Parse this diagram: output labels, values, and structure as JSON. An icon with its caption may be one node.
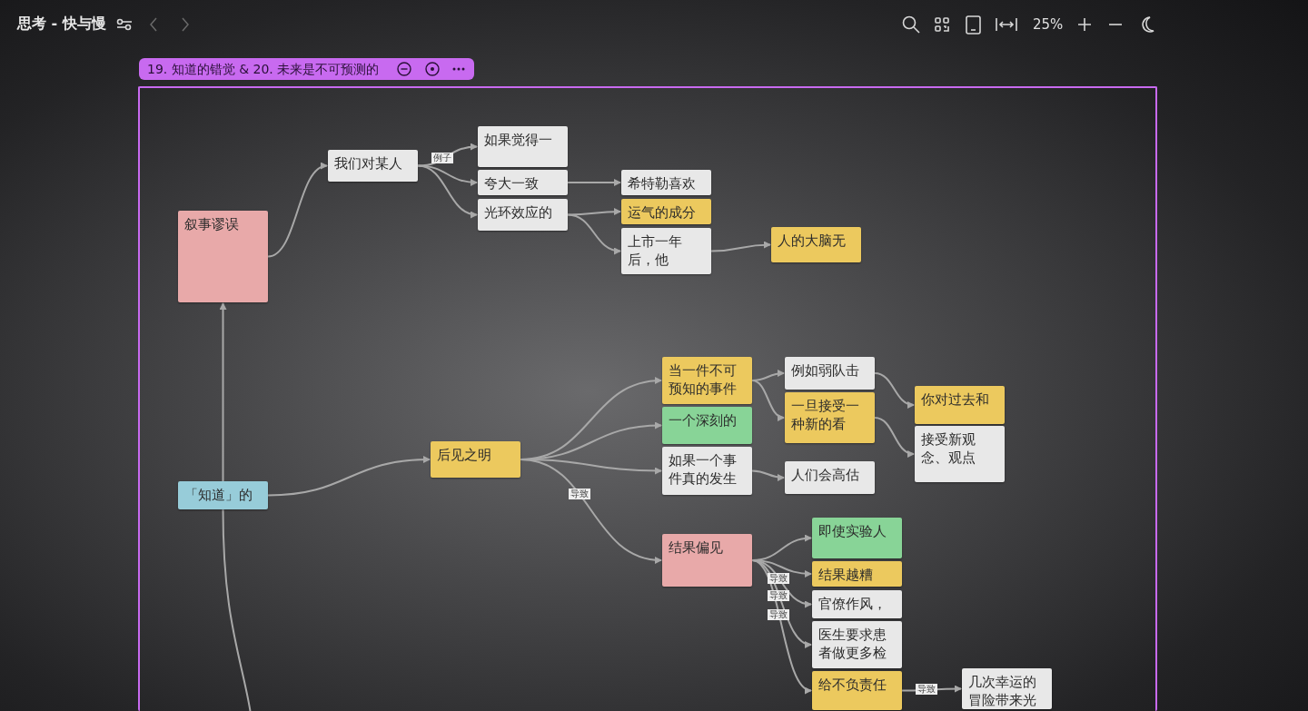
{
  "diagram": {
    "title": "思考 - 快与慢",
    "nodes": [
      {
        "text": [
          "19. 知道的错觉 & 20. 未来是不可预测的"
        ]
      },
      {
        "text": [
          "叙事谬误"
        ],
        "in": 0
      },
      {
        "text": [
          "我们对某人"
        ],
        "in": 0
      },
      {
        "text": [
          "如果觉得一"
        ],
        "in": 0
      },
      {
        "text": [
          "夸大一致"
        ],
        "in": 0
      },
      {
        "text": [
          "光环效应的"
        ],
        "in": 0
      },
      {
        "text": [
          "希特勒喜欢"
        ],
        "in": 0
      },
      {
        "text": [
          "运气的成分"
        ],
        "in": 0
      },
      {
        "text": [
          "上市一年后，他"
        ],
        "in": 0
      },
      {
        "text": [
          "人的大脑无"
        ],
        "in": 0
      },
      {
        "text": [
          "「知道」的"
        ],
        "in": 0
      },
      {
        "text": [
          "后见之明"
        ],
        "in": 0
      },
      {
        "text": [
          "当一件不可预知的事件"
        ],
        "in": 0
      },
      {
        "text": [
          "一个深刻的"
        ],
        "in": 0
      },
      {
        "text": [
          "如果一个事件真的发生"
        ],
        "in": 0
      },
      {
        "text": [
          "例如弱队击"
        ],
        "in": 0
      },
      {
        "text": [
          "一旦接受一种新的看"
        ],
        "in": 0
      },
      {
        "text": [
          "你对过去和"
        ],
        "in": 0
      },
      {
        "text": [
          "接受新观念、观点"
        ],
        "in": 0
      },
      {
        "text": [
          "人们会高估"
        ],
        "in": 0
      },
      {
        "text": [
          "结果偏见"
        ],
        "in": 0
      },
      {
        "text": [
          "即使实验人"
        ],
        "in": 0
      },
      {
        "text": [
          "结果越糟"
        ],
        "in": 0
      },
      {
        "text": [
          "官僚作风，"
        ],
        "in": 0
      },
      {
        "text": [
          "医生要求患者做更多检"
        ],
        "in": 0
      },
      {
        "text": [
          "给不负责任"
        ],
        "in": 0
      },
      {
        "text": [
          "几次幸运的冒险带来光"
        ],
        "in": 0
      }
    ],
    "edges": [
      {
        "from": 10,
        "to": 1,
        "arrow": "to"
      },
      {
        "from": 10,
        "to": null,
        "arrow": "none"
      },
      {
        "from": 1,
        "to": 2,
        "arrow": "to"
      },
      {
        "from": 2,
        "to": 3,
        "arrow": "to",
        "label": "例子"
      },
      {
        "from": 2,
        "to": 4,
        "arrow": "to"
      },
      {
        "from": 2,
        "to": 5,
        "arrow": "to"
      },
      {
        "from": 4,
        "to": 6,
        "arrow": "to"
      },
      {
        "from": 5,
        "to": 7,
        "arrow": "to"
      },
      {
        "from": 5,
        "to": 8,
        "arrow": "to"
      },
      {
        "from": 8,
        "to": 9,
        "arrow": "to"
      },
      {
        "from": 10,
        "to": 11,
        "arrow": "to"
      },
      {
        "from": 11,
        "to": 12,
        "arrow": "to"
      },
      {
        "from": 11,
        "to": 13,
        "arrow": "to"
      },
      {
        "from": 11,
        "to": 14,
        "arrow": "to"
      },
      {
        "from": 11,
        "to": 20,
        "arrow": "to",
        "label": "导致"
      },
      {
        "from": 12,
        "to": 15,
        "arrow": "to"
      },
      {
        "from": 12,
        "to": 16,
        "arrow": "to"
      },
      {
        "from": 15,
        "to": 17,
        "arrow": "to"
      },
      {
        "from": 16,
        "to": 18,
        "arrow": "to"
      },
      {
        "from": 14,
        "to": 19,
        "arrow": "to"
      },
      {
        "from": 20,
        "to": 21,
        "arrow": "to"
      },
      {
        "from": 20,
        "to": 22,
        "arrow": "to"
      },
      {
        "from": 20,
        "to": 23,
        "arrow": "to",
        "label": "导致"
      },
      {
        "from": 20,
        "to": 24,
        "arrow": "to",
        "label": "导致"
      },
      {
        "from": 20,
        "to": 25,
        "arrow": "to",
        "label": "导致"
      },
      {
        "from": 25,
        "to": 26,
        "arrow": "to",
        "label": "导致"
      }
    ],
    "labels": [
      "25%"
    ]
  }
}
